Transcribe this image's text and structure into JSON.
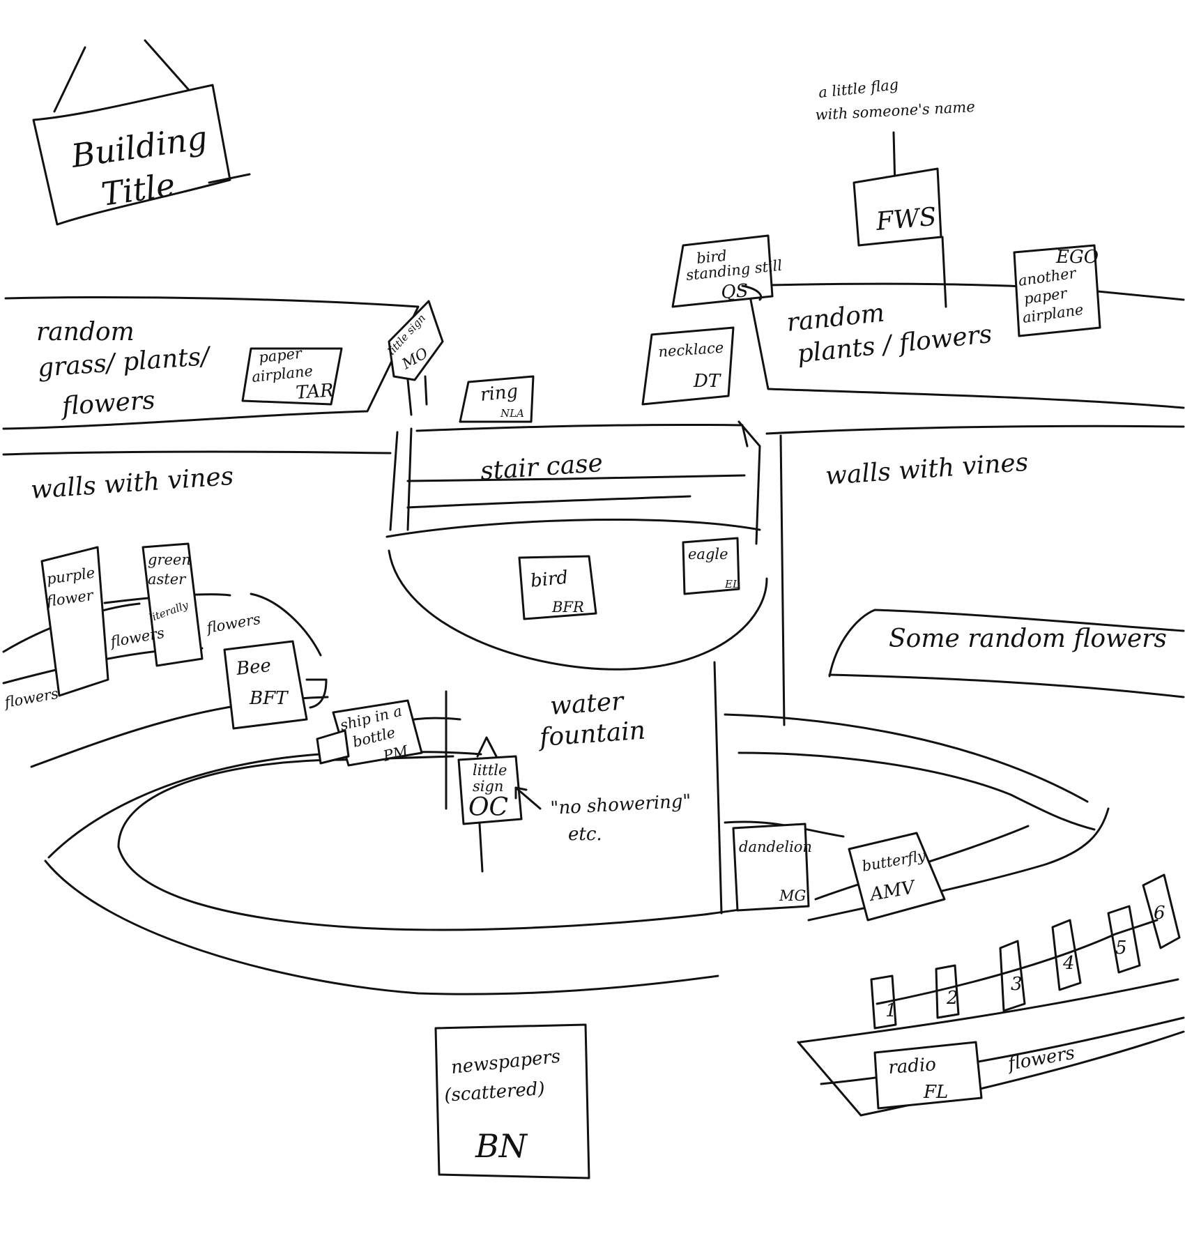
{
  "title_sign": {
    "line1": "Building",
    "line2": "Title"
  },
  "regions": {
    "grass_left": [
      "random",
      "grass/ plants/",
      "flowers"
    ],
    "plants_right": [
      "random",
      "plants / flowers"
    ],
    "walls_left": "walls with vines",
    "walls_right": "walls with vines",
    "stair": "stair case",
    "fountain": [
      "water",
      "fountain"
    ],
    "flowers_right": "Some random flowers",
    "flowers_bottom": "flowers",
    "flowers_left_1": "flowers",
    "flowers_left_2": "flowers",
    "flowers_left_3": "flowers"
  },
  "annotations": {
    "flag_note": [
      "a little flag",
      "with someone's name"
    ],
    "no_showering": [
      "\"no showering\"",
      "etc."
    ]
  },
  "items": {
    "fws": {
      "code": "FWS"
    },
    "bird_still": {
      "desc": [
        "bird",
        "standing still"
      ],
      "code": "QS"
    },
    "ego": {
      "code": "EGO",
      "desc": [
        "another",
        "paper",
        "airplane"
      ]
    },
    "paper_airplane": {
      "desc": [
        "paper",
        "airplane"
      ],
      "code": "TAR"
    },
    "little_sign_top": {
      "desc": "little sign",
      "code": "MO"
    },
    "ring": {
      "desc": "ring",
      "code": "NLA"
    },
    "necklace": {
      "desc": "necklace",
      "code": "DT"
    },
    "bird_fountain": {
      "desc": "bird",
      "code": "BFR"
    },
    "eagle": {
      "desc": "eagle",
      "code": "EL"
    },
    "purple_flower": {
      "desc": [
        "purple",
        "flower"
      ]
    },
    "green_aster": {
      "desc": [
        "green",
        "aster",
        "literally"
      ]
    },
    "bee": {
      "desc": "Bee",
      "code": "BFT"
    },
    "ship_bottle": {
      "desc": [
        "ship in a",
        "bottle"
      ],
      "code": "PM"
    },
    "little_sign_fountain": {
      "desc": [
        "little",
        "sign"
      ],
      "code": "OC"
    },
    "dandelion": {
      "desc": "dandelion",
      "code": "MG"
    },
    "butterfly": {
      "desc": "butterfly",
      "code": "AMV"
    },
    "newspapers": {
      "desc": [
        "newspapers",
        "(scattered)"
      ],
      "code": "BN"
    },
    "radio": {
      "desc": "radio",
      "code": "FL"
    }
  },
  "fence_numbers": [
    "1",
    "2",
    "3",
    "4",
    "5",
    "6"
  ]
}
